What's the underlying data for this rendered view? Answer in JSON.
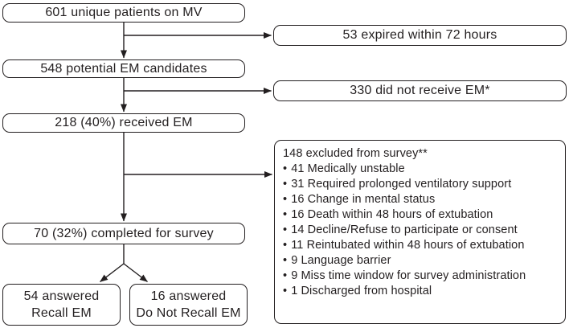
{
  "figure": {
    "type": "flowchart",
    "colors": {
      "line": "#231f20",
      "text": "#231f20",
      "background": "#ffffff",
      "box_fill": "#ffffff"
    },
    "boxes": {
      "patients_on_mv": {
        "label": "601 unique patients on MV"
      },
      "expired": {
        "label": "53 expired within 72 hours"
      },
      "em_candidates": {
        "label": "548 potential EM candidates"
      },
      "no_em": {
        "label": "330 did not receive EM*"
      },
      "received_em": {
        "label": "218 (40%) received EM"
      },
      "completed_survey": {
        "label": "70 (32%) completed for survey"
      },
      "recall_em": {
        "line1": "54 answered",
        "line2": "Recall EM"
      },
      "no_recall_em": {
        "line1": "16 answered",
        "line2": "Do Not Recall EM"
      },
      "excluded": {
        "title": "148 excluded from survey**",
        "bullet_char": "•",
        "items": [
          "41 Medically unstable",
          "31 Required prolonged ventilatory support",
          "16 Change in mental status",
          "16 Death within 48 hours of extubation",
          "14 Decline/Refuse to participate or consent",
          "11 Reintubated within 48 hours of extubation",
          "9 Language barrier",
          "9 Miss time window for survey administration",
          "1 Discharged from hospital"
        ]
      }
    }
  }
}
